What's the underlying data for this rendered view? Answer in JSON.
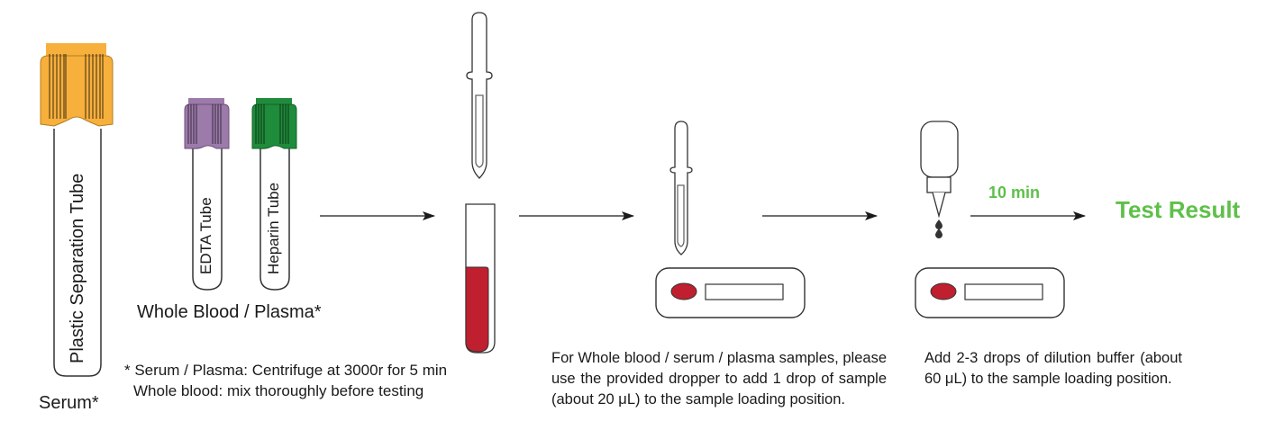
{
  "colors": {
    "serum_cap": "#f7b03c",
    "edta_cap": "#9c7aaa",
    "heparin_cap": "#1f8c3b",
    "blood": "#c01f2f",
    "highlight_green": "#5ec04a",
    "outline": "#333333"
  },
  "tubes": {
    "serum_tube_label": "Plastic Separation Tube",
    "serum_caption": "Serum*",
    "edta_tube_label": "EDTA Tube",
    "heparin_tube_label": "Heparin Tube",
    "whole_blood_caption": "Whole Blood / Plasma*"
  },
  "footnote": {
    "line1": "* Serum / Plasma: Centrifuge at 3000r for 5 min",
    "line2": "Whole blood: mix thoroughly before testing"
  },
  "steps": {
    "sample_instruction": "For Whole blood / serum / plasma samples, please use the provided dropper to add 1 drop of sample (about 20 μL) to the sample loading position.",
    "buffer_instruction": "Add 2-3 drops of dilution buffer (about 60 μL) to the sample loading position.",
    "wait_time": "10 min",
    "result_label": "Test Result"
  },
  "icons": [
    "serum-tube-icon",
    "edta-tube-icon",
    "heparin-tube-icon",
    "dropper-icon",
    "blood-tube-icon",
    "test-cassette-icon",
    "buffer-bottle-icon",
    "drop-icon",
    "arrow-right-icon"
  ]
}
